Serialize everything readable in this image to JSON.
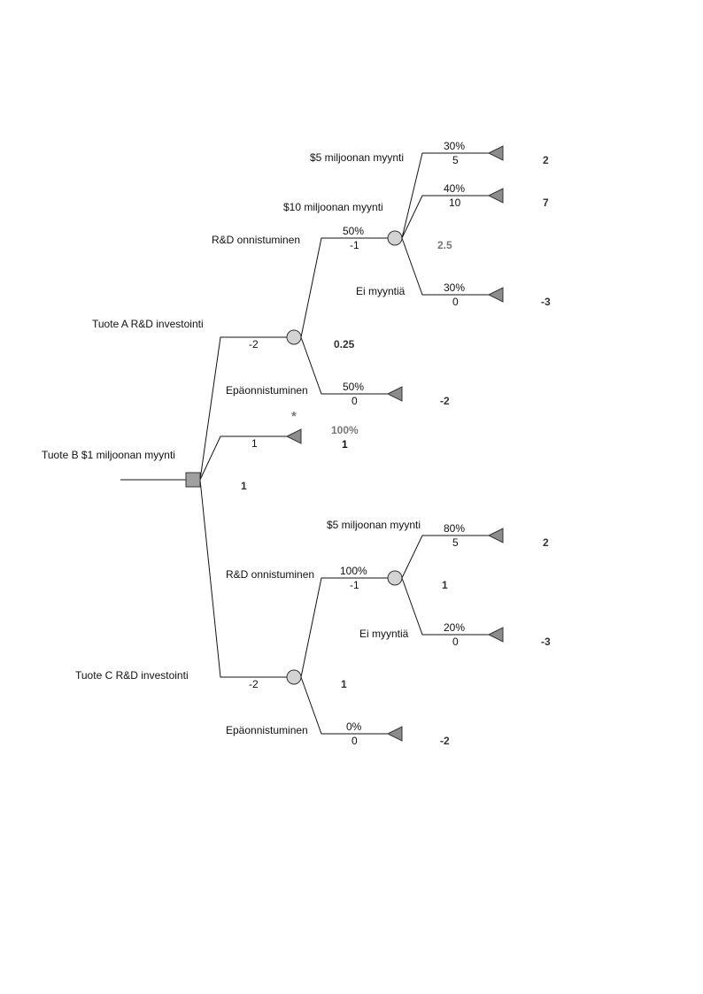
{
  "decision": {
    "value": "1",
    "options": [
      {
        "label": "Tuote A R&D investointi",
        "cost": "-2",
        "ev": "0.25"
      },
      {
        "label": "Tuote B $1 miljoonan myynti",
        "cost": "1",
        "prob": "100%",
        "payoff": "1",
        "marker": "*"
      },
      {
        "label": "Tuote C R&D investointi",
        "cost": "-2",
        "ev": "1"
      }
    ]
  },
  "branch_a": {
    "success": {
      "label": "R&D onnistuminen",
      "prob": "50%",
      "cost": "-1",
      "ev": "2.5"
    },
    "failure": {
      "label": "Epäonnistuminen",
      "prob": "50%",
      "cost": "0",
      "payoff": "-2"
    },
    "outcomes": [
      {
        "label": "$5 miljoonan myynti",
        "prob": "30%",
        "value": "5",
        "payoff": "2"
      },
      {
        "label": "$10 miljoonan myynti",
        "prob": "40%",
        "value": "10",
        "payoff": "7"
      },
      {
        "label": "Ei myyntiä",
        "prob": "30%",
        "value": "0",
        "payoff": "-3"
      }
    ]
  },
  "branch_c": {
    "success": {
      "label": "R&D onnistuminen",
      "prob": "100%",
      "cost": "-1",
      "ev": "1"
    },
    "failure": {
      "label": "Epäonnistuminen",
      "prob": "0%",
      "cost": "0",
      "payoff": "-2"
    },
    "outcomes": [
      {
        "label": "$5 miljoonan myynti",
        "prob": "80%",
        "value": "5",
        "payoff": "2"
      },
      {
        "label": "Ei myyntiä",
        "prob": "20%",
        "value": "0",
        "payoff": "-3"
      }
    ]
  },
  "colors": {
    "node_fill": "#d3d3d3",
    "decision_fill": "#a0a0a0",
    "terminal_fill": "#8c8c8c",
    "line": "#111111"
  }
}
